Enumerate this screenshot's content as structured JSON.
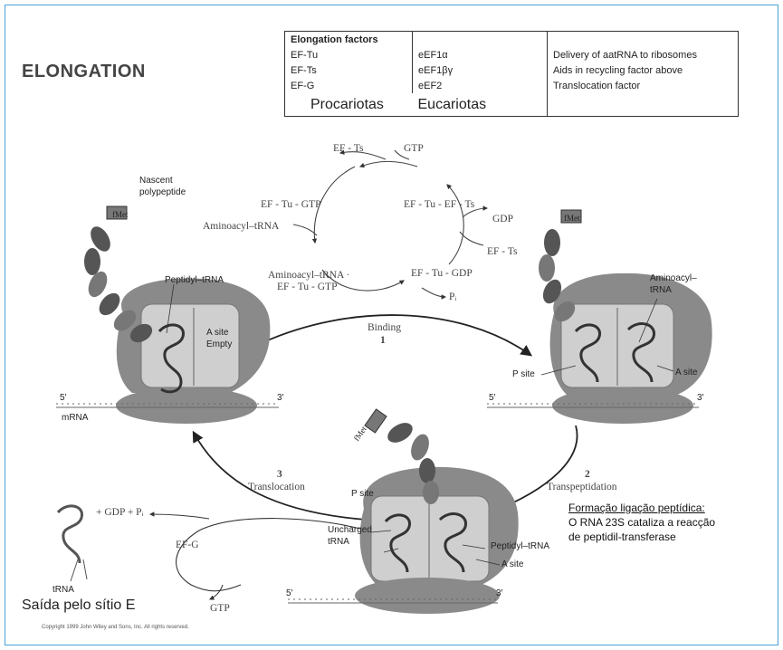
{
  "title": "ELONGATION",
  "table": {
    "header": "Elongation factors",
    "rows": [
      {
        "pro": "EF-Tu",
        "euk": "eEF1α",
        "desc": "Delivery of aatRNA to ribosomes"
      },
      {
        "pro": "EF-Ts",
        "euk": "eEF1βγ",
        "desc": "Aids in recycling factor above"
      },
      {
        "pro": "EF-G",
        "euk": "eEF2",
        "desc": "Translocation factor"
      }
    ],
    "footer_pro": "Procariotas",
    "footer_euk": "Eucariotas"
  },
  "cycle": {
    "ef_ts_top": "EF - Ts",
    "gtp_top": "GTP",
    "ef_tu_gtp": "EF - Tu - GTP",
    "ef_tu_ef_ts": "EF - Tu - EF - Ts",
    "gdp": "GDP",
    "ef_ts_right": "EF - Ts",
    "aminoacyl_trna": "Aminoacyl–tRNA",
    "ternary_1": "Aminoacyl–tRNA ·",
    "ternary_2": "EF - Tu - GTP",
    "ef_tu_gdp": "EF - Tu - GDP",
    "pi": "Pᵢ"
  },
  "left_ribosome": {
    "fmet": "fMet",
    "nascent_1": "Nascent",
    "nascent_2": "polypeptide",
    "peptidyl": "Peptidyl–tRNA",
    "asite_1": "A site",
    "asite_2": "Empty",
    "five": "5′",
    "three": "3′",
    "mrna": "mRNA"
  },
  "binding": {
    "label": "Binding",
    "num": "1"
  },
  "right_ribosome": {
    "fmet": "fMet",
    "amino_1": "Aminoacyl–",
    "amino_2": "tRNA",
    "psite": "P site",
    "asite": "A site",
    "five": "5′",
    "three": "3′"
  },
  "transpeptidation": {
    "num": "2",
    "label": "Transpeptidation"
  },
  "translocation": {
    "num": "3",
    "label": "Translocation"
  },
  "bottom_ribosome": {
    "fmet": "fMet",
    "psite": "P site",
    "uncharged_1": "Uncharged",
    "uncharged_2": "tRNA",
    "peptidyl": "Peptidyl–tRNA",
    "asite": "A site",
    "five": "5′",
    "three": "3′"
  },
  "efg_cycle": {
    "products": "+ GDP + Pᵢ",
    "trna": "tRNA",
    "efg": "EF-G",
    "gtp": "GTP"
  },
  "exit_note": "Saída pelo sítio E",
  "peptide_note": {
    "title": "Formação ligação peptídica:",
    "line1": "O RNA 23S cataliza a reacção",
    "line2": "de peptidil-transferase"
  },
  "copyright": "Copyright 1999 John Wiley and Sons, Inc. All rights reserved.",
  "colors": {
    "ribosome_dark": "#8a8a8a",
    "ribosome_light": "#cfcfcf",
    "frame": "#4aa3d8"
  }
}
